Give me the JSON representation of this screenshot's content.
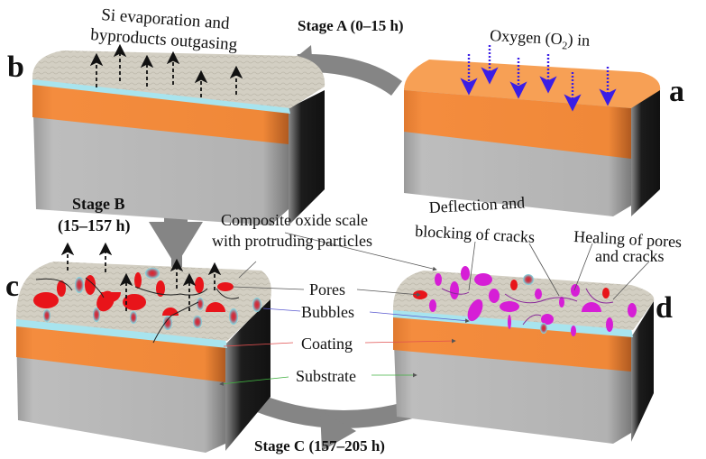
{
  "panels": {
    "a": {
      "letter": "a",
      "annotation": "Oxygen (O",
      "annotation_sub": "2",
      "annotation_end": ") in"
    },
    "b": {
      "letter": "b",
      "annotation_line1": "Si evaporation and",
      "annotation_line2": "byproducts outgasing"
    },
    "c": {
      "letter": "c"
    },
    "d": {
      "letter": "d"
    }
  },
  "stages": {
    "a": "Stage A (0–15 h)",
    "b_line1": "Stage B",
    "b_line2": "(15–157 h)",
    "c": "Stage C (157–205 h)"
  },
  "labels": {
    "composite_line1": "Composite oxide scale",
    "composite_line2": "with protruding particles",
    "deflection_line1": "Deflection and",
    "deflection_line2": "blocking of cracks",
    "healing_line1": "Healing of pores",
    "healing_line2": "and cracks",
    "pores": "Pores",
    "bubbles": "Bubbles",
    "coating": "Coating",
    "substrate": "Substrate"
  },
  "colors": {
    "coating": "#f28a3c",
    "substrate": "#b4b4b4",
    "oxide_scale": "#d6d2c6",
    "silica_layer": "#a8e4ee",
    "pores": "#e8141a",
    "healed": "#d61ed6",
    "oxygen_arrows": "#3a1ee6",
    "stage_arrow": "#858585",
    "bubbles_leader": "#5a5ad0",
    "coating_leader": "#e05050",
    "substrate_leader": "#40b040"
  }
}
